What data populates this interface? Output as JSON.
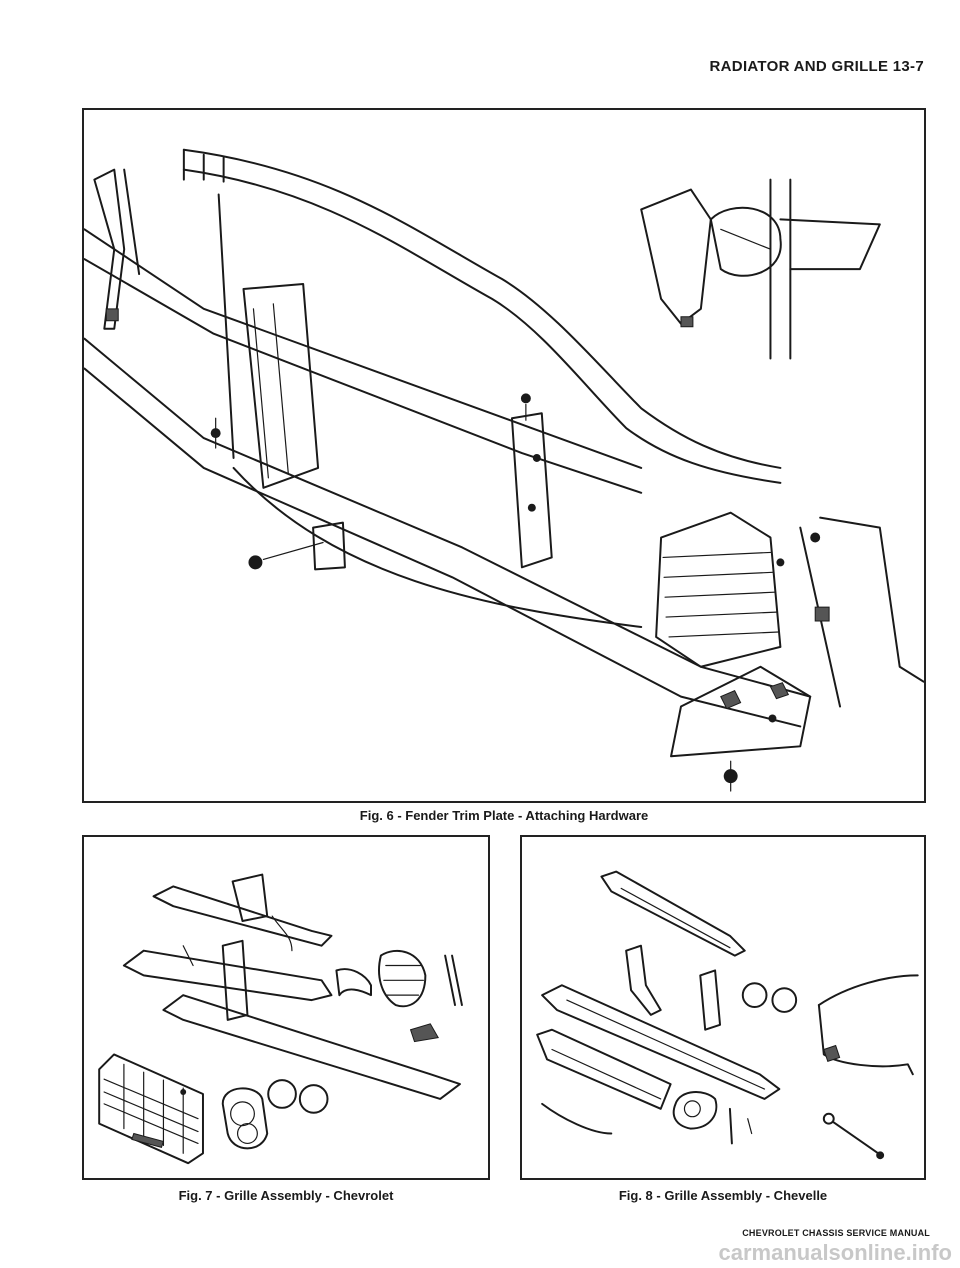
{
  "header": {
    "title": "RADIATOR AND GRILLE 13-7"
  },
  "figures": {
    "fig6": {
      "caption": "Fig. 6 - Fender Trim Plate - Attaching Hardware"
    },
    "fig7": {
      "caption": "Fig. 7 - Grille Assembly - Chevrolet"
    },
    "fig8": {
      "caption": "Fig. 8 - Grille Assembly - Chevelle"
    }
  },
  "footer": {
    "text": "CHEVROLET CHASSIS SERVICE MANUAL"
  },
  "watermark": {
    "text": "carmanualsonline.info"
  }
}
